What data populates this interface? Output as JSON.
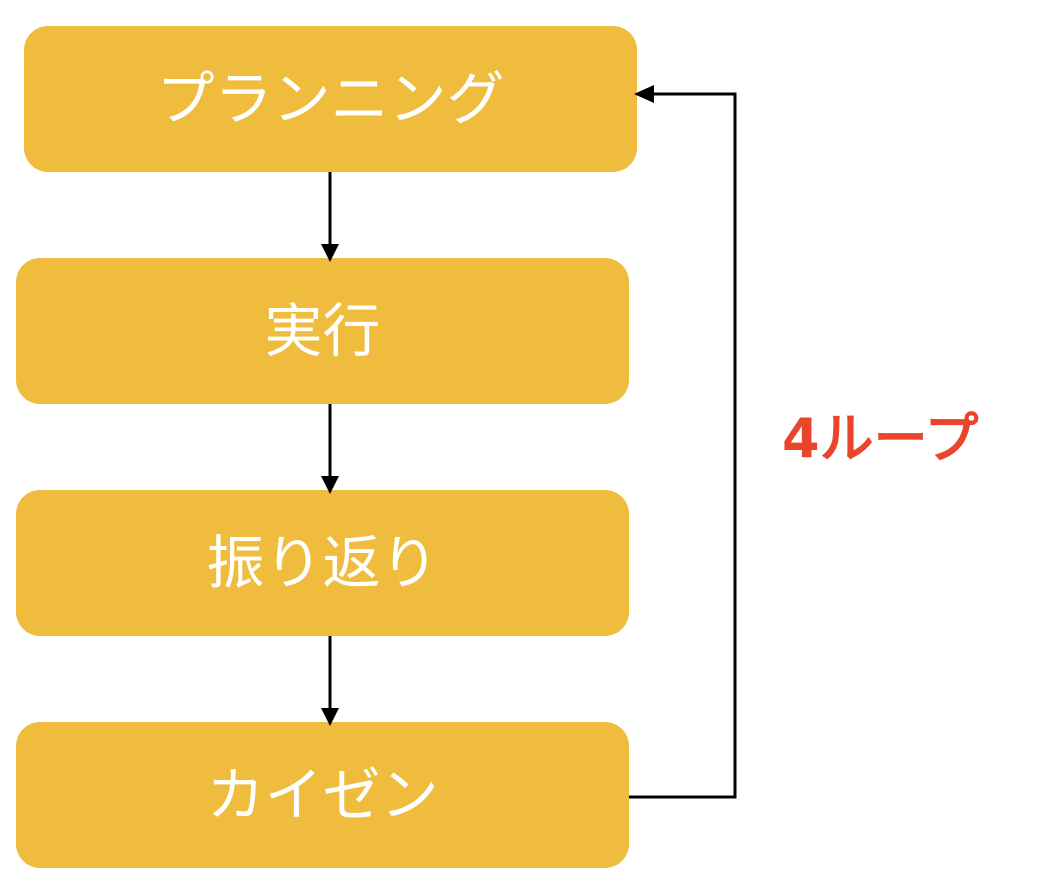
{
  "steps": [
    {
      "label": "プランニング"
    },
    {
      "label": "実行"
    },
    {
      "label": "振り返り"
    },
    {
      "label": "カイゼン"
    }
  ],
  "loop": {
    "label": "4ループ"
  },
  "colors": {
    "box_fill": "#EFBC3E",
    "box_text": "#FFFFFF",
    "arrow": "#000000",
    "loop_label": "#E8452C"
  }
}
